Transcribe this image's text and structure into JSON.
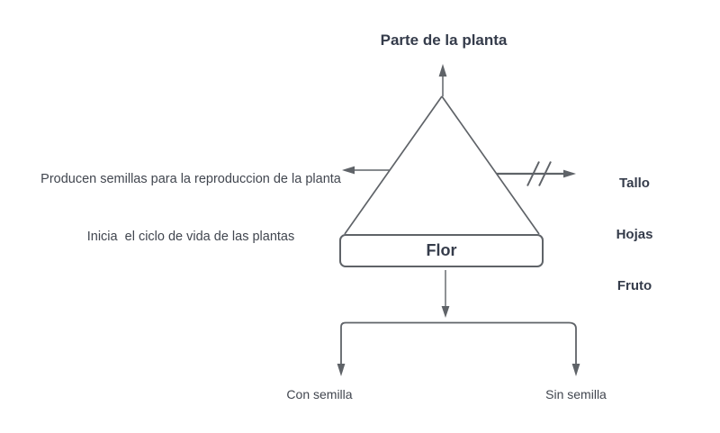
{
  "colors": {
    "line": "#5f6368",
    "heading_text": "#353c4b",
    "body_text": "#41464f",
    "background": "#ffffff",
    "shape_fill": "#ffffff"
  },
  "diagram": {
    "title": "Parte de la planta",
    "left_note": {
      "line1": "Producen semillas para la reproduccion de la planta",
      "line2": "Inicia  el ciclo de vida de las plantas"
    },
    "right_label": {
      "line1": "Tallo",
      "line2": "Hojas",
      "line3": "Fruto"
    },
    "flor_label": "Flor",
    "bottom_left_label": "Con semilla",
    "bottom_right_label": "Sin semilla"
  }
}
